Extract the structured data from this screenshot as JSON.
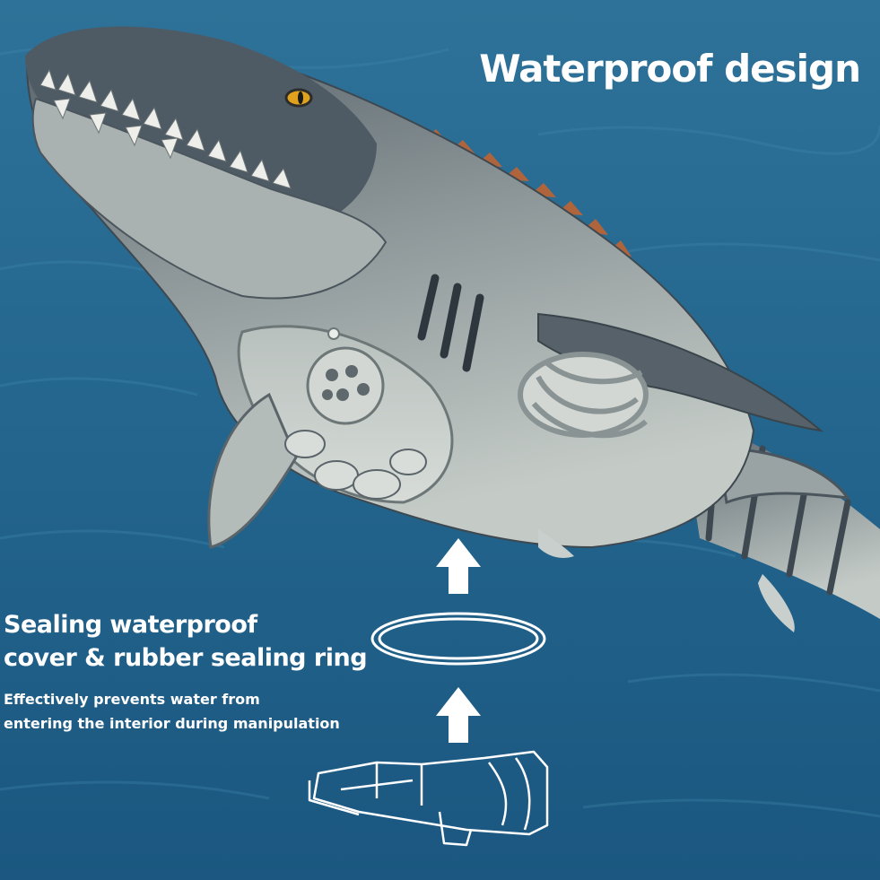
{
  "headline": "Waterproof design",
  "feature": {
    "title_lines": [
      "Sealing waterproof",
      "cover & rubber sealing ring"
    ],
    "desc_lines": [
      "Effectively prevents water from",
      "entering the interior during manipulation"
    ]
  },
  "colors": {
    "water_top": "#2a6d95",
    "water_bottom": "#1c5a82",
    "body_dark": "#4d5962",
    "body_light": "#c3cac6",
    "dorsal_spikes": "#b0643c",
    "eye": "#e0a21c",
    "text": "#ffffff"
  },
  "icons": [
    "arrow-up-icon",
    "sealing-ring-icon",
    "arrow-up-icon",
    "battery-cover-outline-icon"
  ]
}
